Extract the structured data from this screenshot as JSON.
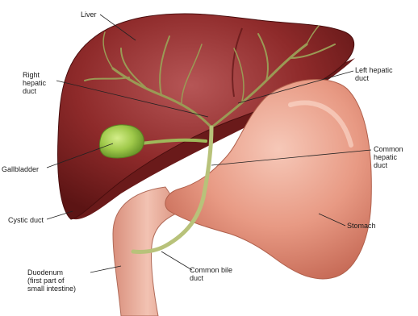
{
  "labels": {
    "liver": "Liver",
    "right_hepatic_duct": "Right\nhepatic\nduct",
    "left_hepatic_duct": "Left hepatic\nduct",
    "gallbladder": "Gallbladder",
    "common_hepatic_duct": "Common\nhepatic\nduct",
    "cystic_duct": "Cystic duct",
    "stomach": "Stomach",
    "duodenum": "Duodenum\n(first part of\nsmall intestine)",
    "common_bile_duct": "Common bile\nduct"
  },
  "colors": {
    "liver": "#8e2a2a",
    "liver_dark": "#5e1414",
    "liver_highlight": "#b45050",
    "stomach": "#e7a08c",
    "stomach_shade": "#c8705c",
    "duodenum": "#eab3a2",
    "ducts": "#9a9a55",
    "bile_duct": "#b8c27a",
    "gallbladder": "#9fc94a",
    "leader_line": "#222222"
  }
}
